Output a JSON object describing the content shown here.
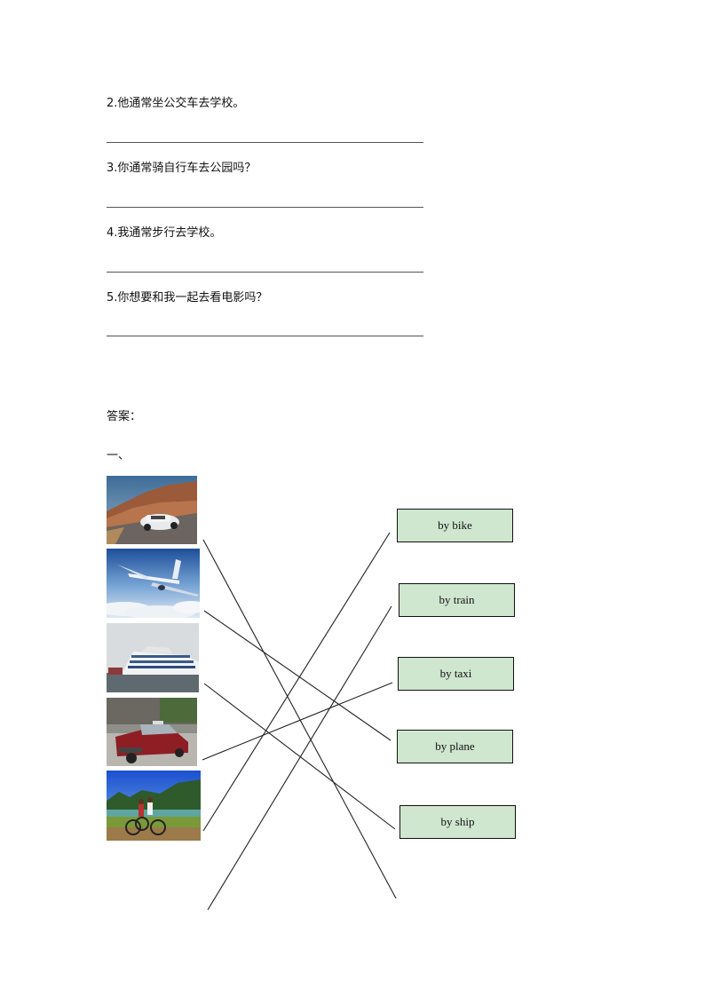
{
  "questions": [
    {
      "text": "2.他通常坐公交车去学校。"
    },
    {
      "text": "3.你通常骑自行车去公园吗？"
    },
    {
      "text": "4.我通常步行去学校。"
    },
    {
      "text": "5.你想要和我一起去看电影吗？"
    }
  ],
  "answers": {
    "title": "答案：",
    "section": "一、"
  },
  "matching": {
    "images": [
      {
        "name": "car-photo",
        "label": "sports car on desert road"
      },
      {
        "name": "plane-photo",
        "label": "airplane above clouds"
      },
      {
        "name": "ship-photo",
        "label": "cruise ship"
      },
      {
        "name": "taxi-photo",
        "label": "red taxi"
      },
      {
        "name": "bike-photo",
        "label": "cyclists by lake"
      }
    ],
    "options": [
      {
        "label": "by bike"
      },
      {
        "label": "by train"
      },
      {
        "label": "by taxi"
      },
      {
        "label": "by plane"
      },
      {
        "label": "by ship"
      }
    ],
    "colors": {
      "option_fill": "#cfe6cf",
      "option_border": "#111111",
      "line": "#222222"
    }
  }
}
